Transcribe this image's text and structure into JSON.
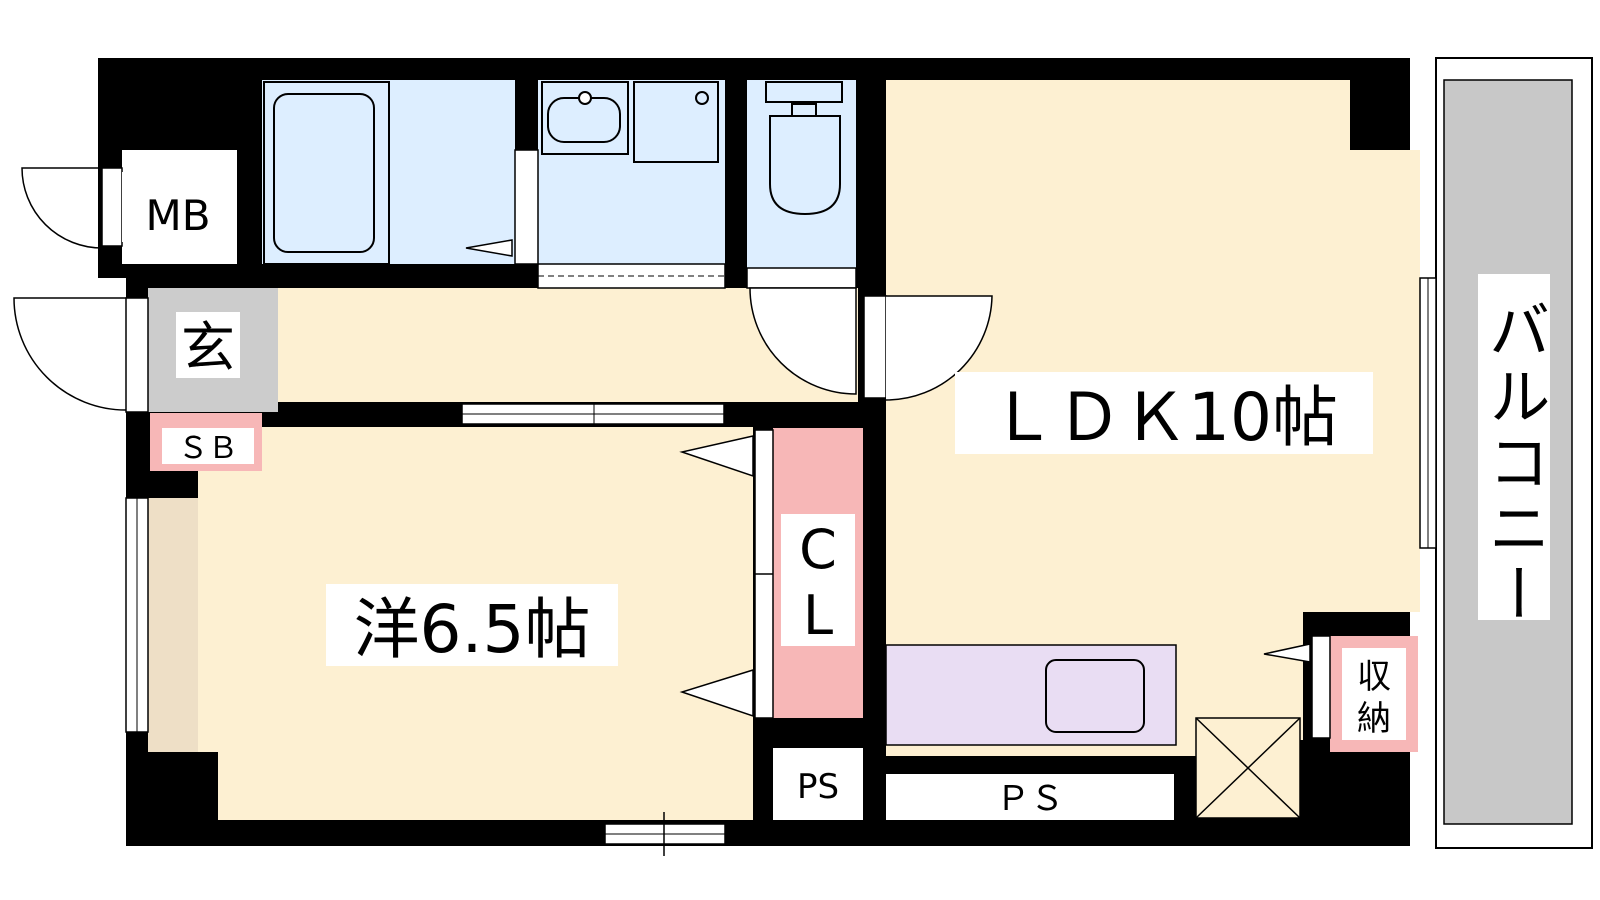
{
  "floor_plan": {
    "rooms": {
      "ldk": "ＬＤＫ10帖",
      "western": "洋6.5帖",
      "balcony": "バルコニー",
      "entrance": "玄",
      "closet_c": "C",
      "closet_l": "L",
      "storage_1": "収",
      "storage_2": "納",
      "mb": "MB",
      "sb": "ＳＢ",
      "ps_small": "PS",
      "ps_wide": "ＰＳ"
    },
    "colors": {
      "wall": "#000000",
      "room_floor": "#fdf0d2",
      "wet_area": "#ddeeff",
      "closet": "#f7b7b7",
      "kitchen": "#e9ddf3",
      "balcony": "#c8c8c8",
      "entrance_floor": "#cccccc",
      "window_sill": "#eedfc6"
    }
  }
}
